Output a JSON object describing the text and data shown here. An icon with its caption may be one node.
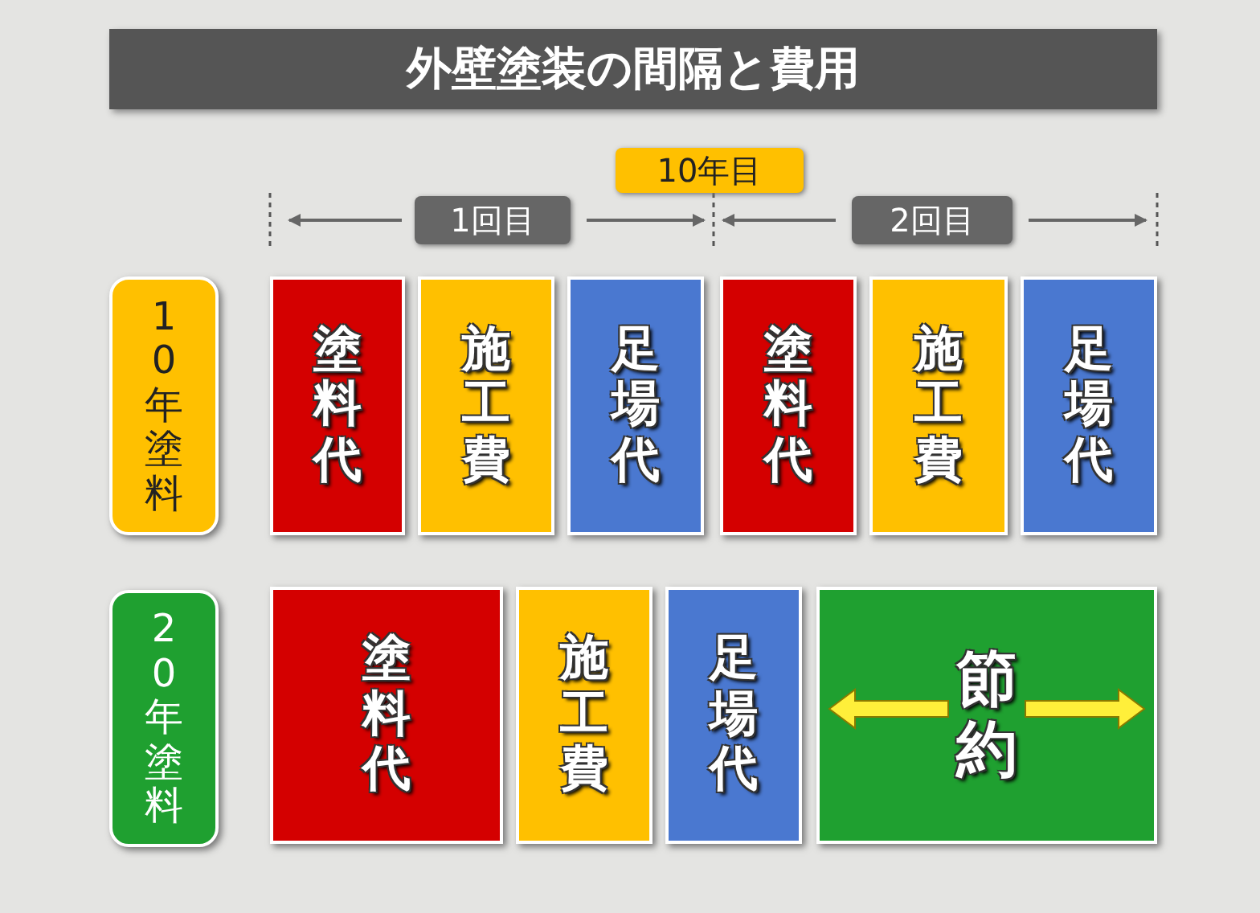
{
  "diagram": {
    "title": "外壁塗装の間隔と費用",
    "nodes": [
      {
        "text": [
          "10年目"
        ]
      },
      {
        "text": [
          "1回目"
        ]
      },
      {
        "text": [
          "2回目"
        ]
      },
      {
        "text": [
          "10年塗料"
        ]
      },
      {
        "text": [
          "塗料代"
        ]
      },
      {
        "text": [
          "施工費"
        ]
      },
      {
        "text": [
          "足場代"
        ]
      },
      {
        "text": [
          "塗料代"
        ]
      },
      {
        "text": [
          "施工費"
        ]
      },
      {
        "text": [
          "足場代"
        ]
      },
      {
        "text": [
          "20年塗料"
        ]
      },
      {
        "text": [
          "塗料代"
        ]
      },
      {
        "text": [
          "施工費"
        ]
      },
      {
        "text": [
          "足場代"
        ]
      },
      {
        "text": [
          "節約"
        ]
      }
    ]
  }
}
